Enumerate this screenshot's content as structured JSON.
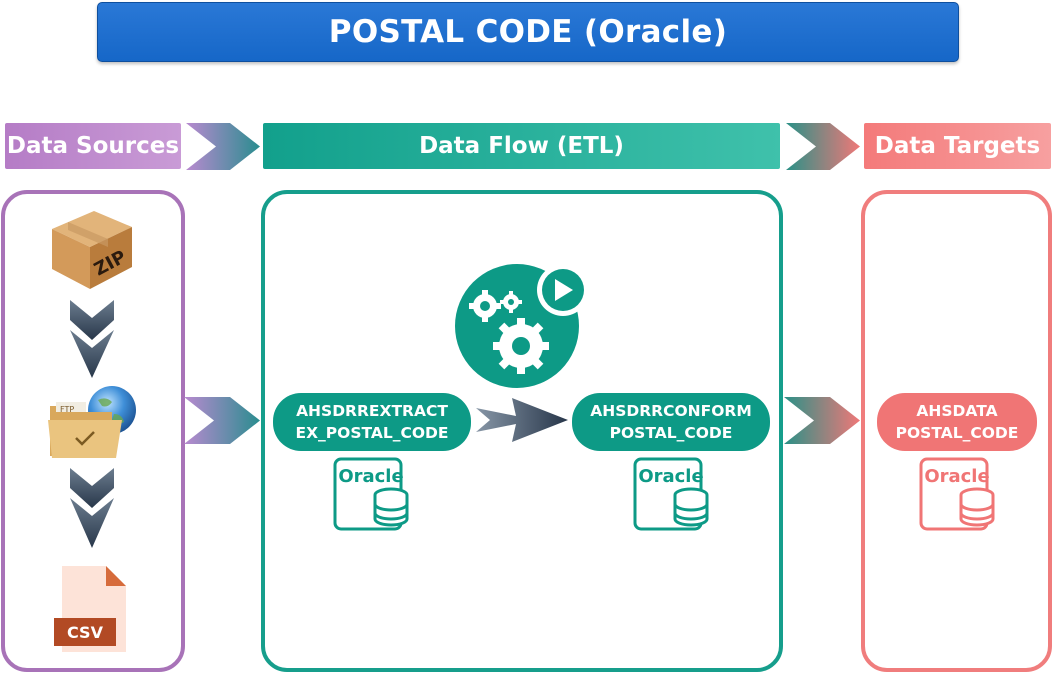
{
  "title": "POSTAL CODE (Oracle)",
  "headers": {
    "sources": "Data Sources",
    "flow": "Data Flow (ETL)",
    "targets": "Data Targets"
  },
  "sources": {
    "zip_label": "ZIP",
    "ftp_label": "FTP",
    "csv_label": "CSV"
  },
  "nodes": [
    {
      "line1": "AHSDRREXTRACT",
      "line2": "EX_POSTAL_CODE",
      "db": "Oracle"
    },
    {
      "line1": "AHSDRRCONFORM",
      "line2": "POSTAL_CODE",
      "db": "Oracle"
    },
    {
      "line1": "AHSDATA",
      "line2": "POSTAL_CODE",
      "db": "Oracle"
    }
  ],
  "colors": {
    "title": "#1a6dcc",
    "sources": "#a873b8",
    "flow": "#169e8c",
    "targets": "#f07d7d"
  }
}
